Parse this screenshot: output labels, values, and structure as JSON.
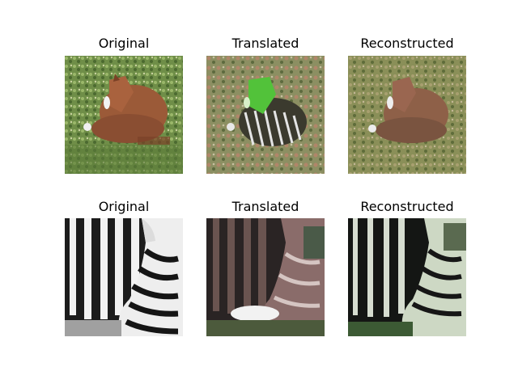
{
  "rows": [
    {
      "panels": [
        {
          "title": "Original",
          "subject": "brown-horse-foal-lying-in-grass",
          "palette": [
            "#6a8a46",
            "#9a5a3a",
            "#c8a070"
          ]
        },
        {
          "title": "Translated",
          "subject": "foal-translated-to-zebra-stripes",
          "palette": [
            "#8a8f60",
            "#4fbf3a",
            "#2a2a2a"
          ]
        },
        {
          "title": "Reconstructed",
          "subject": "foal-reconstructed",
          "palette": [
            "#8a9058",
            "#9a6a50",
            "#c0a080"
          ]
        }
      ]
    },
    {
      "panels": [
        {
          "title": "Original",
          "subject": "zebra-head-grayscale",
          "palette": [
            "#f0f0f0",
            "#1a1a1a",
            "#888888"
          ]
        },
        {
          "title": "Translated",
          "subject": "zebra-translated-to-horse",
          "palette": [
            "#3a2a2a",
            "#d8c8c8",
            "#4a5a3a"
          ]
        },
        {
          "title": "Reconstructed",
          "subject": "zebra-reconstructed",
          "palette": [
            "#1a1a1a",
            "#e8f0e0",
            "#4a6a3a"
          ]
        }
      ]
    }
  ]
}
